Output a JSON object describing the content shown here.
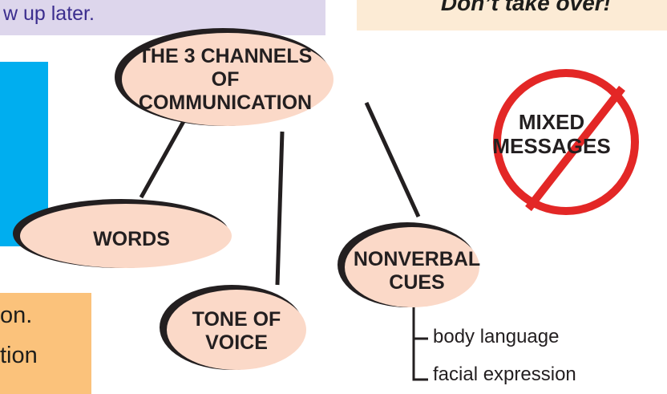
{
  "background_panels": {
    "top_left_text": "w up later.",
    "top_right_text": "Don’t take over!",
    "bottom_left_line1": "on.",
    "bottom_left_line2": "tion"
  },
  "diagram": {
    "central_topic": {
      "line1": "THE 3 CHANNELS OF",
      "line2": "COMMUNICATION"
    },
    "channels": [
      {
        "label": "WORDS"
      },
      {
        "line1": "TONE OF",
        "line2": "VOICE"
      },
      {
        "line1": "NONVERBAL",
        "line2": "CUES"
      }
    ],
    "nonverbal_examples": [
      "body language",
      "facial expression"
    ]
  },
  "prohibition_sign": {
    "line1": "MIXED",
    "line2": "MESSAGES"
  },
  "colors": {
    "ellipse_fill": "#fbd9c8",
    "ellipse_shadow": "#231f20",
    "prohibition_red": "#e32726",
    "accent_blue": "#00aeef",
    "accent_orange": "#fbc27b",
    "accent_purple": "#ddd6ec"
  }
}
